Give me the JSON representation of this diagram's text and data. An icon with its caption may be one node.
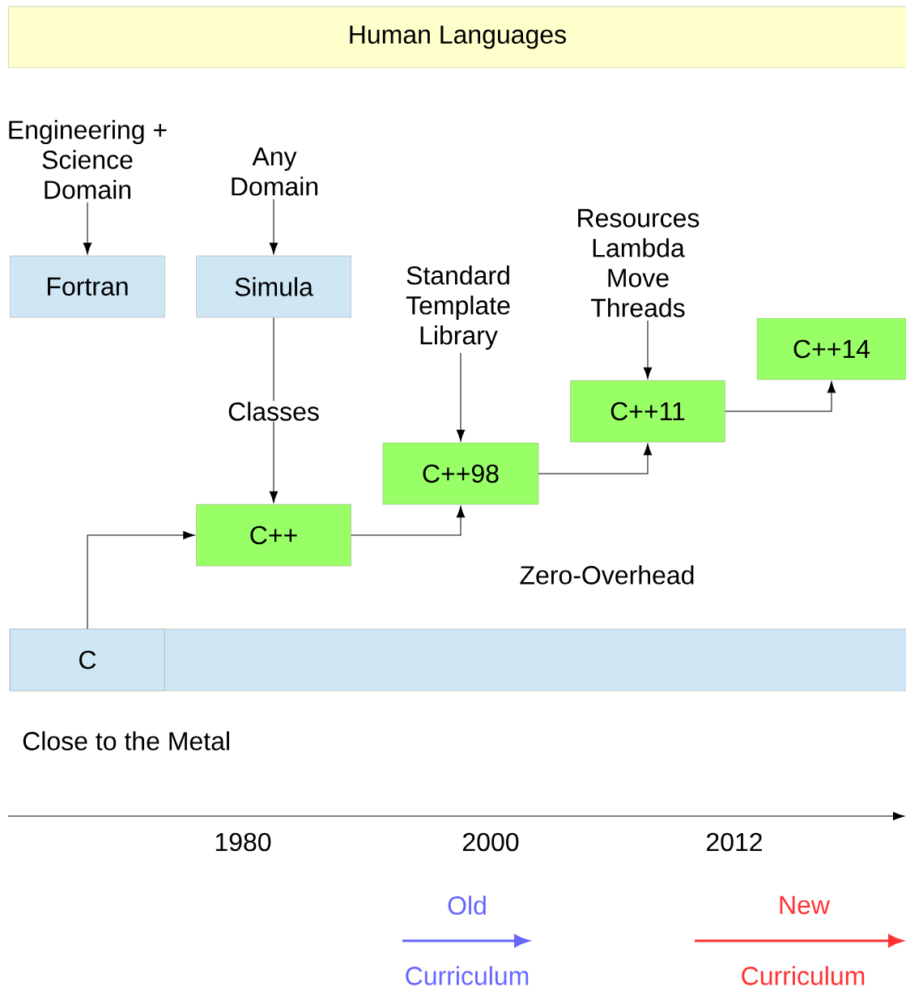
{
  "diagram": {
    "nodes": [
      {
        "text": [
          "Human Languages"
        ]
      },
      {
        "text": [
          "Engineering + Science Domain"
        ]
      },
      {
        "text": [
          "Any Domain"
        ]
      },
      {
        "text": [
          "Fortran"
        ]
      },
      {
        "text": [
          "Simula"
        ]
      },
      {
        "text": [
          "Standard Template Library"
        ]
      },
      {
        "text": [
          "Resources Lambda Move Threads"
        ]
      },
      {
        "text": [
          "C++14"
        ]
      },
      {
        "text": [
          "C++11"
        ]
      },
      {
        "text": [
          "C++98"
        ]
      },
      {
        "text": [
          "C++"
        ]
      },
      {
        "text": [
          "C"
        ]
      }
    ],
    "edges": [
      {
        "from": 1,
        "to": 3,
        "arrow": "to"
      },
      {
        "from": 2,
        "to": 4,
        "arrow": "to"
      },
      {
        "from": 4,
        "to": 10,
        "arrow": "to",
        "label": "Classes"
      },
      {
        "from": 5,
        "to": 9,
        "arrow": "to"
      },
      {
        "from": 6,
        "to": 8,
        "arrow": "to"
      },
      {
        "from": 11,
        "to": 10,
        "arrow": "to"
      },
      {
        "from": 10,
        "to": 9,
        "arrow": "to"
      },
      {
        "from": 9,
        "to": 8,
        "arrow": "to"
      },
      {
        "from": 8,
        "to": 7,
        "arrow": "to"
      }
    ],
    "labels": [
      "Zero-Overhead",
      "Close to the Metal",
      "1980",
      "2000",
      "2012",
      "Old",
      "Curriculum",
      "New",
      "Curriculum"
    ]
  }
}
